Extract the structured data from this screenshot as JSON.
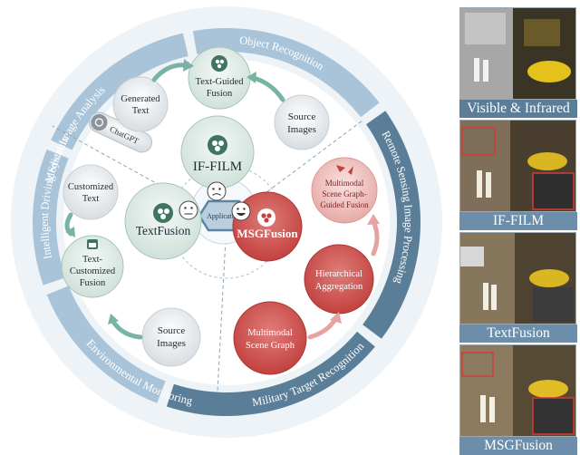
{
  "ring_labels": {
    "medical": "Medical Image Analysis",
    "object": "Object Recognition",
    "remote": "Remote Sensing Image Processing",
    "military": "Military Target Recognition",
    "environmental": "Environmental Monitoring",
    "driving": "Intelligent Driving Systems"
  },
  "center": {
    "application": "Application"
  },
  "methods": {
    "iffilm": "IF-FILM",
    "textfusion": "TextFusion",
    "msgfusion": "MSGFusion"
  },
  "iffilm_flow": {
    "chatgpt": "ChatGPT",
    "generated_text": [
      "Generated",
      "Text"
    ],
    "text_guided_fusion": [
      "Text-Guided",
      "Fusion"
    ],
    "source_images": [
      "Source",
      "Images"
    ]
  },
  "textfusion_flow": {
    "customized_text": [
      "Customized",
      "Text"
    ],
    "text_customized_fusion": [
      "Text-",
      "Customized",
      "Fusion"
    ],
    "source_images": [
      "Source",
      "Images"
    ]
  },
  "msgfusion_flow": {
    "scene_graph_fusion": [
      "Multimodal",
      "Scene Graph-",
      "Guided Fusion"
    ],
    "hierarchical_aggregation": [
      "Hierarchical",
      "Aggregation"
    ],
    "multimodal_scene_graph": [
      "Multimodal",
      "Scene Graph"
    ]
  },
  "panels": [
    "Visible & Infrared",
    "IF-FILM",
    "TextFusion",
    "MSGFusion"
  ],
  "colors": {
    "ring_band": "#a9c4d8",
    "ring_dark": "#5b7e98",
    "green_accent": "#3f7560",
    "red_accent": "#c2413f",
    "teal_arrow": "#79b3a5",
    "pink_arrow": "#e7a3a0"
  }
}
